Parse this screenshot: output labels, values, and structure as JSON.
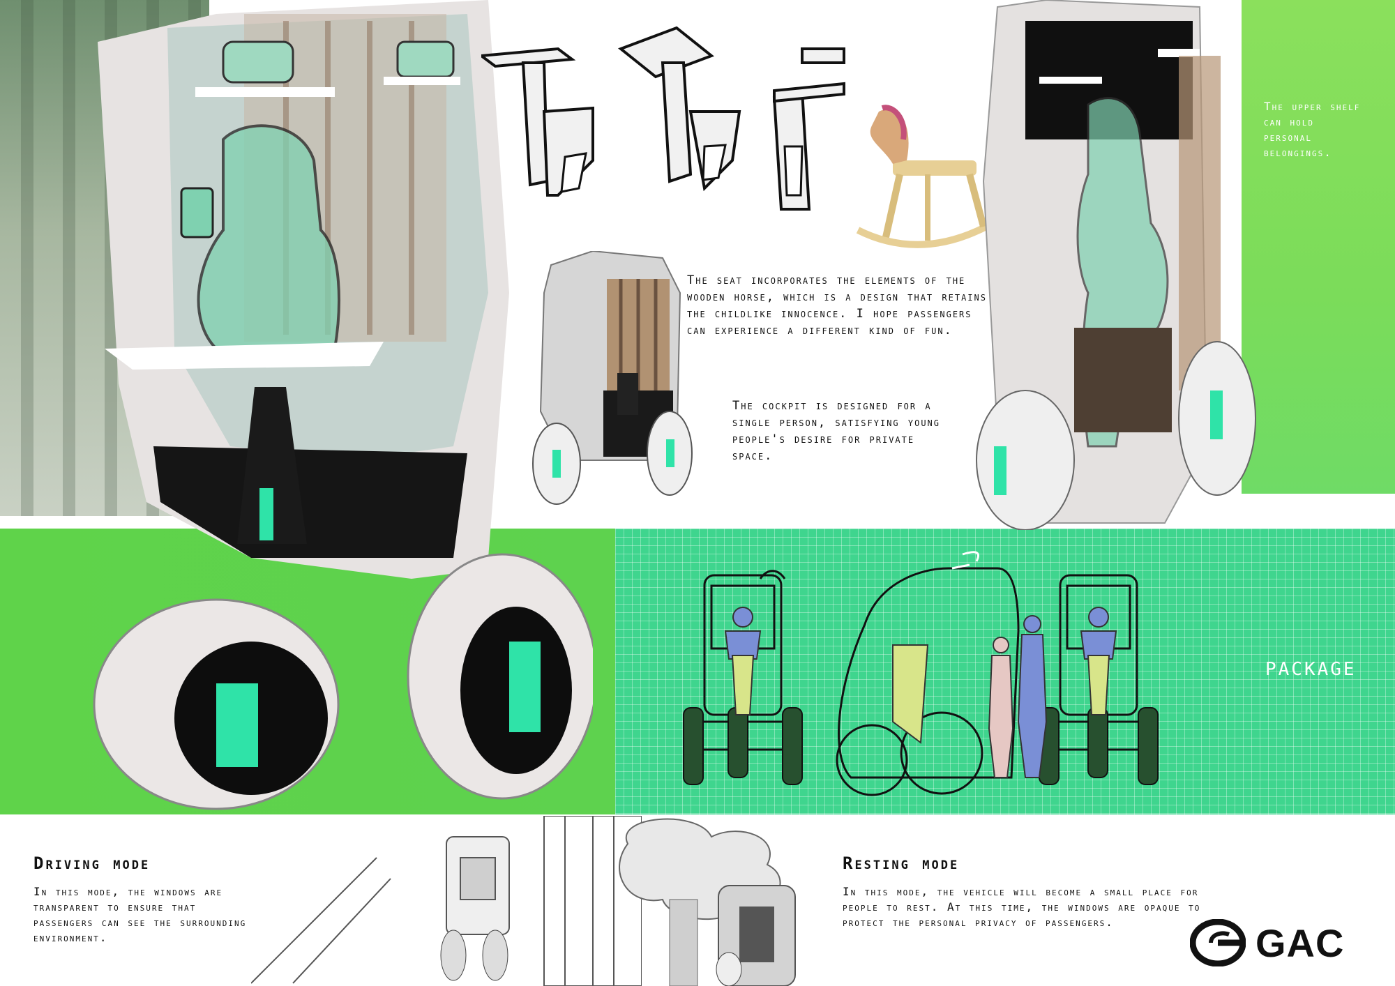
{
  "notes": {
    "seat": "The seat incorporates the elements of the wooden horse, which is a design that retains the childlike innocence. I hope passengers can experience a different kind of fun.",
    "cockpit": "The cockpit is designed for a single person, satisfying young people's desire for private space.",
    "shelf": "The upper shelf can hold personal belongings."
  },
  "package_label": "PACKAGE",
  "driving": {
    "title": "Driving mode",
    "desc": "In this mode, the windows are transparent to ensure that passengers can see the surrounding environment."
  },
  "resting": {
    "title": "Resting mode",
    "desc": "In this mode, the vehicle will become a small place for people to rest. At this time, the windows are opaque to protect the personal privacy of passengers."
  },
  "brand": {
    "name": "GAC",
    "color": "#111111"
  },
  "colors": {
    "accent_green": "#5ed24e",
    "teal": "#3fd58e",
    "glow": "#2fe3a8"
  }
}
